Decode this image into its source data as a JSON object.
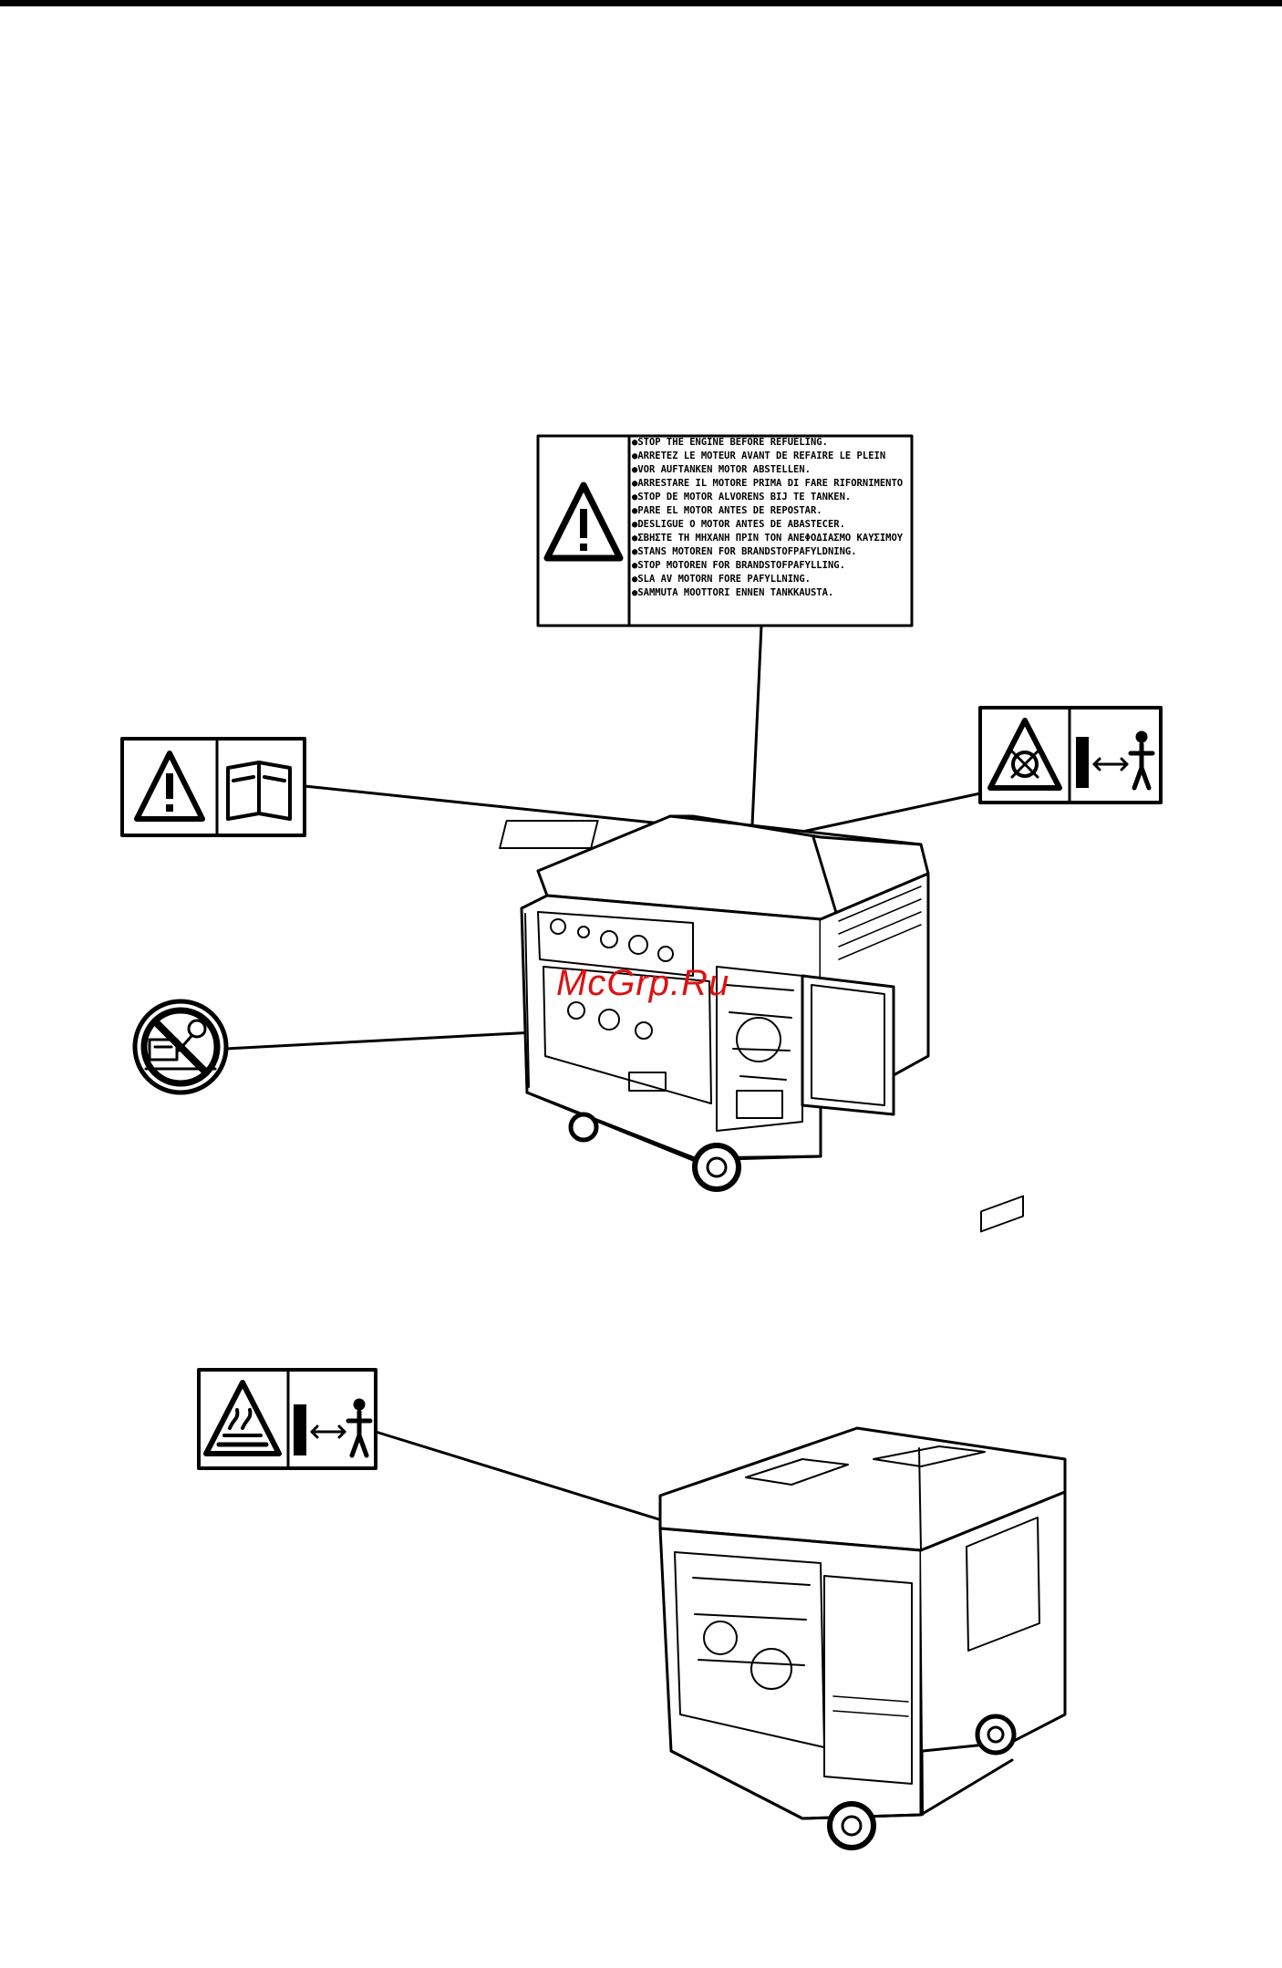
{
  "labels": {
    "refuel_warning_lines": [
      "STOP THE ENGINE BEFORE REFUELING.",
      "ARRETEZ LE MOTEUR AVANT DE REFAIRE LE PLEIN",
      "VOR AUFTANKEN MOTOR ABSTELLEN.",
      "ARRESTARE IL MOTORE PRIMA DI FARE RIFORNIMENTO",
      "STOP DE MOTOR ALVORENS BIJ TE TANKEN.",
      "PARE EL MOTOR ANTES DE REPOSTAR.",
      "DESLIGUE O MOTOR ANTES DE ABASTECER.",
      "ΣΒΗΣΤΕ ΤΗ ΜΗΧΑΝΗ ΠΡΙΝ ΤΟΝ ΑΝΕΦΟΔΙΑΣΜΟ ΚΑΥΣΙΜΟΥ",
      "STANS MOTOREN FOR BRANDSTOFPAFYLDNING.",
      "STOP MOTOREN FOR BRANDSTOFPAFYLLING.",
      "SLA AV MOTORN FORE PAFYLLNING.",
      "SAMMUTA MOOTTORI ENNEN TANKKAUSTA."
    ],
    "watermark": "McGrp.Ru"
  },
  "colors": {
    "ink": "#000000",
    "watermark": "#dd1111",
    "paper": "#ffffff"
  }
}
